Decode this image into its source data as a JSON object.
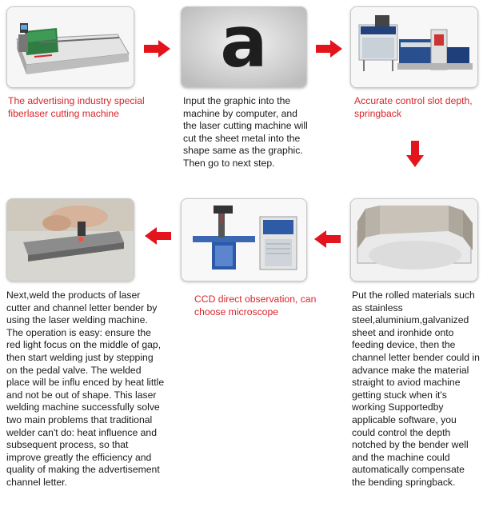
{
  "steps": {
    "s1": {
      "caption": "The advertising industry special fiberlaser cutting machine"
    },
    "s2": {
      "caption": "Input the graphic into the machine by computer,  and the  laser cutting machine will cut the sheet metal into the shape same as the graphic. Then go to next step.",
      "glyph": "a"
    },
    "s3": {
      "caption": "Accurate control slot depth, springback"
    },
    "s4": {
      "caption": "Put the rolled materials such as stainless steel,aluminium,galvanized sheet and ironhide onto feeding device, then the channel letter bender could in advance make the material straight to aviod machine getting stuck when it's working Supportedby applicable software, you could control the depth notched by the bender well and the machine could automatically compensate the bending springback."
    },
    "s5": {
      "caption": "CCD direct observation, can choose microscope"
    },
    "s6": {
      "caption": "Next,weld the products of laser cutter and channel letter bender by using the laser welding machine. The operation is easy: ensure the red light focus on the middle of gap, then start welding just by stepping on the pedal valve. The welded place will be influ enced by heat little and  not be out of shape. This laser welding machine successfully solve two main problems that traditional welder can't do: heat influence and subsequent process, so that improve greatly the efficiency and quality of making the advertisement channel letter."
    }
  },
  "arrows": [
    "arrow-right",
    "arrow-right",
    "arrow-down",
    "arrow-left",
    "arrow-left"
  ],
  "colors": {
    "accent": "#d9262b",
    "arrow": "#e3141b",
    "text": "#1a1a1a"
  }
}
